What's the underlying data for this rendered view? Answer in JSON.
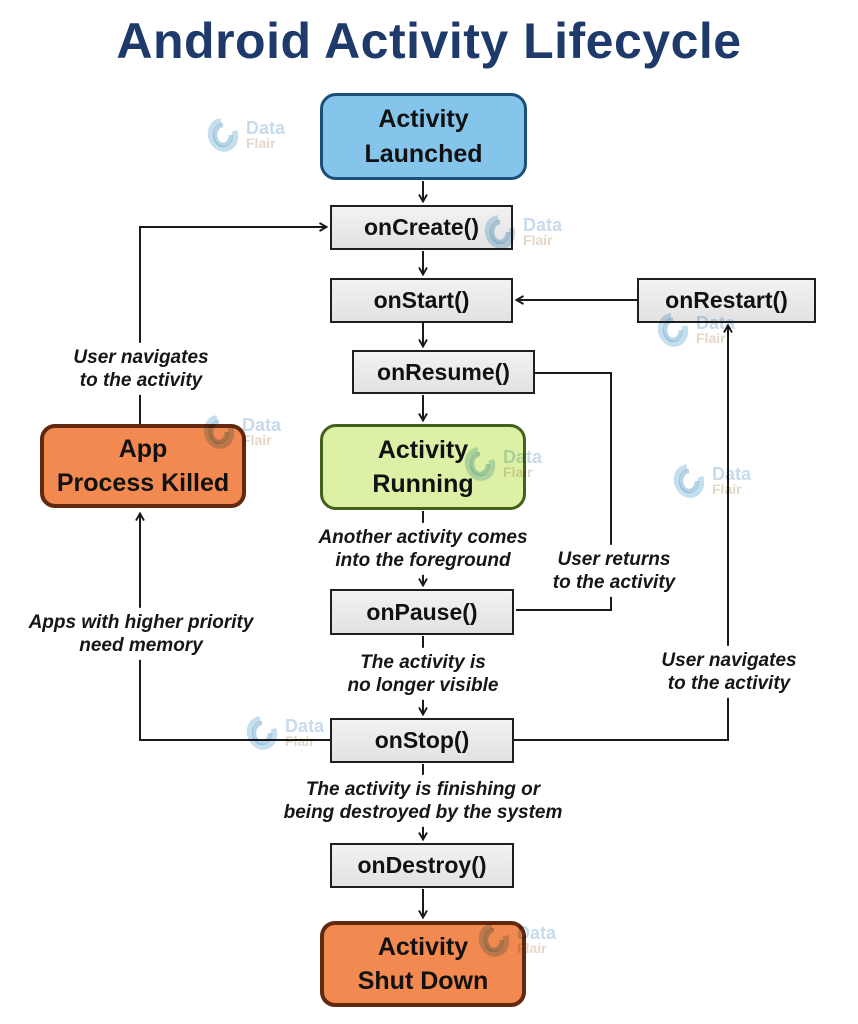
{
  "title": "Android Activity Lifecycle",
  "watermark": {
    "line1": "Data",
    "line2": "Flair"
  },
  "nodes": {
    "activity_launched": {
      "line1": "Activity",
      "line2": "Launched"
    },
    "on_create": {
      "label": "onCreate()"
    },
    "on_start": {
      "label": "onStart()"
    },
    "on_restart": {
      "label": "onRestart()"
    },
    "on_resume": {
      "label": "onResume()"
    },
    "activity_running": {
      "line1": "Activity",
      "line2": "Running"
    },
    "app_process_killed": {
      "line1": "App",
      "line2": "Process Killed"
    },
    "on_pause": {
      "label": "onPause()"
    },
    "on_stop": {
      "label": "onStop()"
    },
    "on_destroy": {
      "label": "onDestroy()"
    },
    "activity_shutdown": {
      "line1": "Activity",
      "line2": "Shut Down"
    }
  },
  "edge_labels": {
    "user_navigates_left": {
      "line1": "User navigates",
      "line2": "to the activity"
    },
    "another_activity_foreground": {
      "line1": "Another activity comes",
      "line2": "into the foreground"
    },
    "user_returns": {
      "line1": "User returns",
      "line2": "to the activity"
    },
    "activity_not_visible": {
      "line1": "The activity is",
      "line2": "no longer visible"
    },
    "user_navigates_right": {
      "line1": "User navigates",
      "line2": "to the activity"
    },
    "apps_higher_priority": {
      "line1": "Apps with higher priority",
      "line2": "need memory"
    },
    "activity_finishing": {
      "line1": "The activity is finishing or",
      "line2": "being destroyed by the system"
    }
  },
  "colors": {
    "title": "#1d3a6b",
    "line": "#1a1a1a",
    "box_gray_fill": "#e9e9e9",
    "box_gray_border": "#1f1f1f",
    "box_blue_fill": "#85c5ec",
    "box_blue_border": "#1c5078",
    "box_green_fill": "#ddf1a6",
    "box_green_border": "#44611c",
    "box_orange_fill": "#f28950",
    "box_orange_border": "#63290f"
  }
}
